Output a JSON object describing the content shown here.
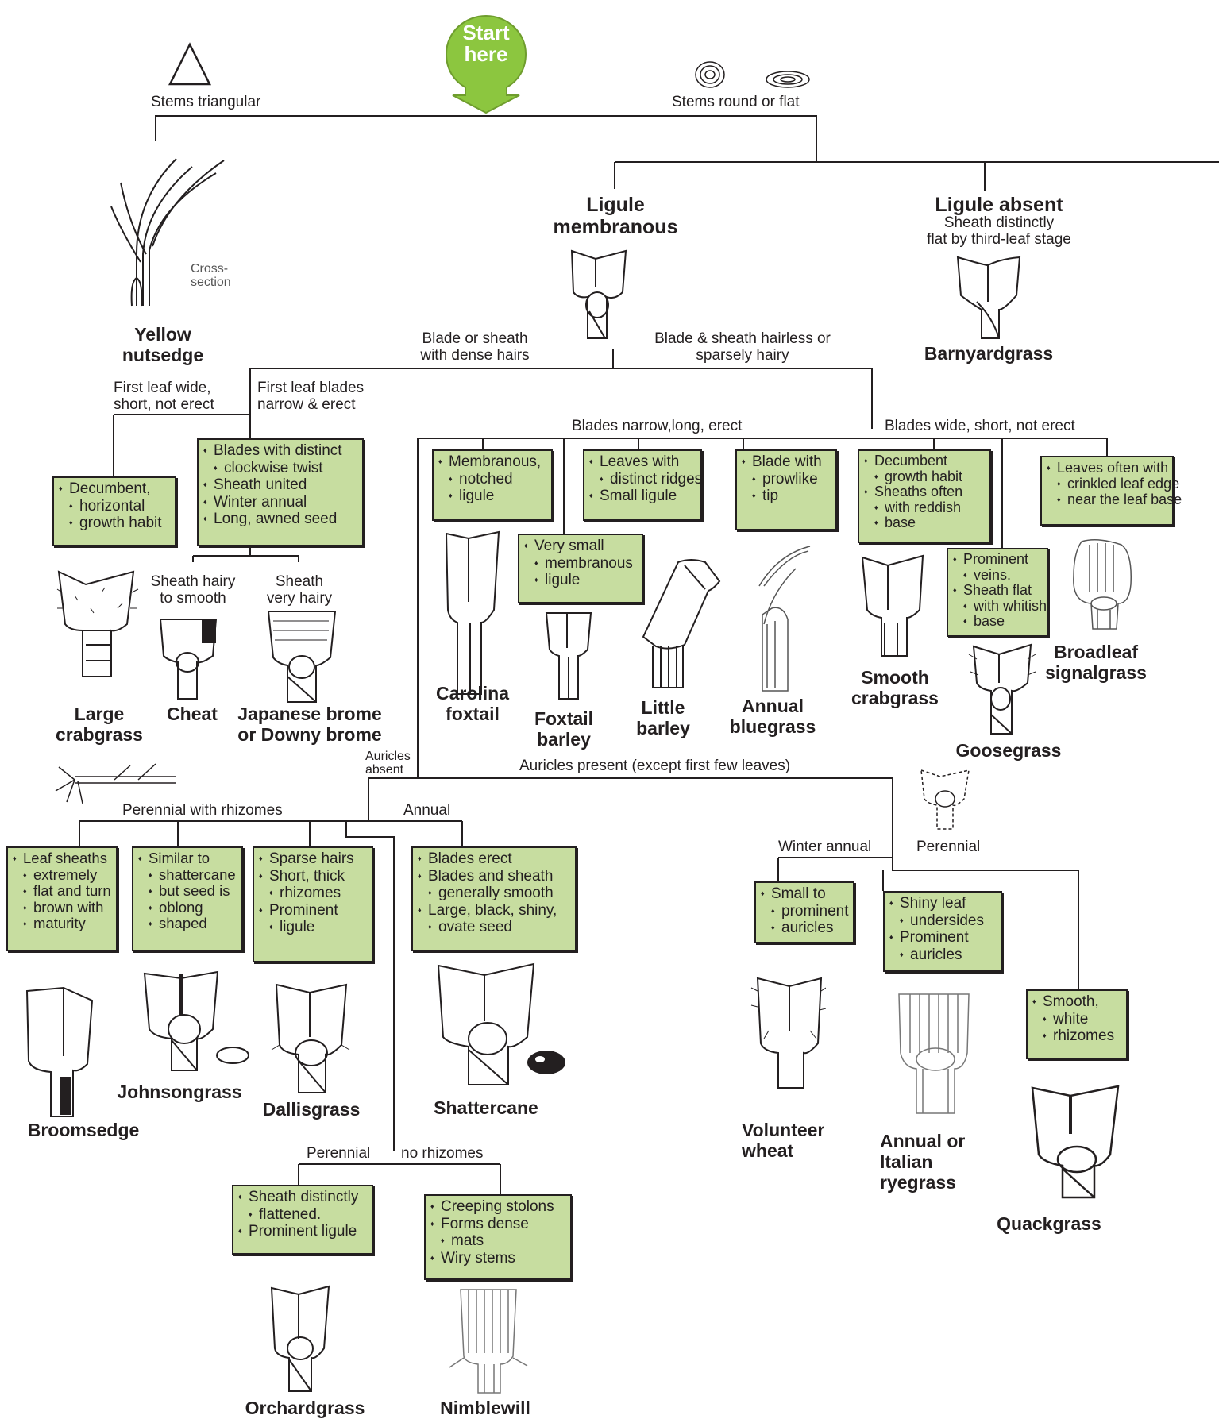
{
  "start": {
    "label_1": "Start",
    "label_2": "here"
  },
  "colors": {
    "start_fill": "#8cc63f",
    "box_fill": "#c7dda0",
    "line": "#231f20"
  },
  "stems": {
    "triangular": "Stems triangular",
    "round_flat": "Stems round or flat"
  },
  "cross_section": {
    "line1": "Cross-",
    "line2": "section"
  },
  "yellow_nutsedge": {
    "line1": "Yellow",
    "line2": "nutsedge"
  },
  "ligule_membranous": {
    "line1": "Ligule",
    "line2": "membranous"
  },
  "ligule_absent": {
    "title": "Ligule absent",
    "note1": "Sheath distinctly",
    "note2": "flat by third-leaf stage"
  },
  "barnyardgrass": "Barnyardgrass",
  "branch": {
    "dense_hairs_1": "Blade or sheath",
    "dense_hairs_2": "with dense hairs",
    "hairless_1": "Blade & sheath hairless or",
    "hairless_2": "sparsely hairy",
    "first_wide_1": "First leaf wide,",
    "first_wide_2": "short, not erect",
    "first_narrow_1": "First leaf blades",
    "first_narrow_2": "narrow & erect",
    "blades_narrow": "Blades narrow,long, erect",
    "blades_wide": "Blades wide, short, not erect",
    "sheath_hairy_smooth_1": "Sheath hairy",
    "sheath_hairy_smooth_2": "to smooth",
    "sheath_very_hairy_1": "Sheath",
    "sheath_very_hairy_2": "very hairy",
    "auricles_absent_1": "Auricles",
    "auricles_absent_2": "absent",
    "auricles_present": "Auricles present (except first few leaves)",
    "perennial_rhizomes": "Perennial with rhizomes",
    "annual": "Annual",
    "winter_annual": "Winter annual",
    "perennial_right": "Perennial",
    "perennial_bottom": "Perennial",
    "no_rhizomes": "no rhizomes"
  },
  "boxes": {
    "decumbent": [
      "Decumbent,",
      "horizontal",
      "growth habit"
    ],
    "twist": [
      "Blades with distinct",
      "clockwise twist",
      "Sheath united",
      "Winter annual",
      "Long, awned seed"
    ],
    "membranous_notched": [
      "Membranous,",
      "notched",
      "ligule"
    ],
    "very_small": [
      "Very small",
      "membranous",
      "ligule"
    ],
    "ridges": [
      "Leaves with",
      "distinct ridges",
      "Small ligule"
    ],
    "prowlike": [
      "Blade with",
      "prowlike",
      "tip"
    ],
    "decumbent_reddish": [
      "Decumbent",
      "growth habit",
      "Sheaths often",
      "with reddish",
      "base"
    ],
    "crinkled": [
      "Leaves often with",
      "crinkled leaf edge",
      "near the leaf base"
    ],
    "prominent_veins": [
      "Prominent",
      "veins.",
      "Sheath flat",
      "with whitish",
      "base"
    ],
    "leaf_sheaths_flat": [
      "Leaf sheaths",
      "extremely",
      "flat and turn",
      "brown with",
      "maturity"
    ],
    "similar_shattercane": [
      "Similar to",
      "shattercane",
      "but seed is",
      "oblong",
      "shaped"
    ],
    "sparse_hairs": [
      "Sparse hairs",
      "Short, thick",
      "rhizomes",
      "Prominent",
      "ligule"
    ],
    "blades_erect": [
      "Blades erect",
      "Blades and sheath",
      "generally smooth",
      "Large, black, shiny,",
      "ovate seed"
    ],
    "small_auricles": [
      "Small to",
      "prominent",
      "auricles"
    ],
    "shiny_leaf": [
      "Shiny leaf",
      "undersides",
      "Prominent",
      "auricles"
    ],
    "smooth_rhizomes": [
      "Smooth,",
      "white",
      "rhizomes"
    ],
    "sheath_flattened": [
      "Sheath distinctly",
      "flattened.",
      "Prominent ligule"
    ],
    "stolons": [
      "Creeping stolons",
      "Forms dense",
      "mats",
      "Wiry stems"
    ]
  },
  "names": {
    "large_crabgrass_1": "Large",
    "large_crabgrass_2": "crabgrass",
    "cheat": "Cheat",
    "japanese_brome_1": "Japanese brome",
    "japanese_brome_2": "or Downy brome",
    "carolina_foxtail_1": "Carolina",
    "carolina_foxtail_2": "foxtail",
    "foxtail_barley_1": "Foxtail",
    "foxtail_barley_2": "barley",
    "little_barley_1": "Little",
    "little_barley_2": "barley",
    "annual_bluegrass_1": "Annual",
    "annual_bluegrass_2": "bluegrass",
    "smooth_crabgrass_1": "Smooth",
    "smooth_crabgrass_2": "crabgrass",
    "broadleaf_signalgrass_1": "Broadleaf",
    "broadleaf_signalgrass_2": "signalgrass",
    "goosegrass": "Goosegrass",
    "broomsedge": "Broomsedge",
    "johnsongrass": "Johnsongrass",
    "dallisgrass": "Dallisgrass",
    "shattercane": "Shattercane",
    "volunteer_wheat_1": "Volunteer",
    "volunteer_wheat_2": "wheat",
    "annual_ryegrass_1": "Annual or",
    "annual_ryegrass_2": "Italian",
    "annual_ryegrass_3": "ryegrass",
    "quackgrass": "Quackgrass",
    "orchardgrass": "Orchardgrass",
    "nimblewill": "Nimblewill"
  }
}
